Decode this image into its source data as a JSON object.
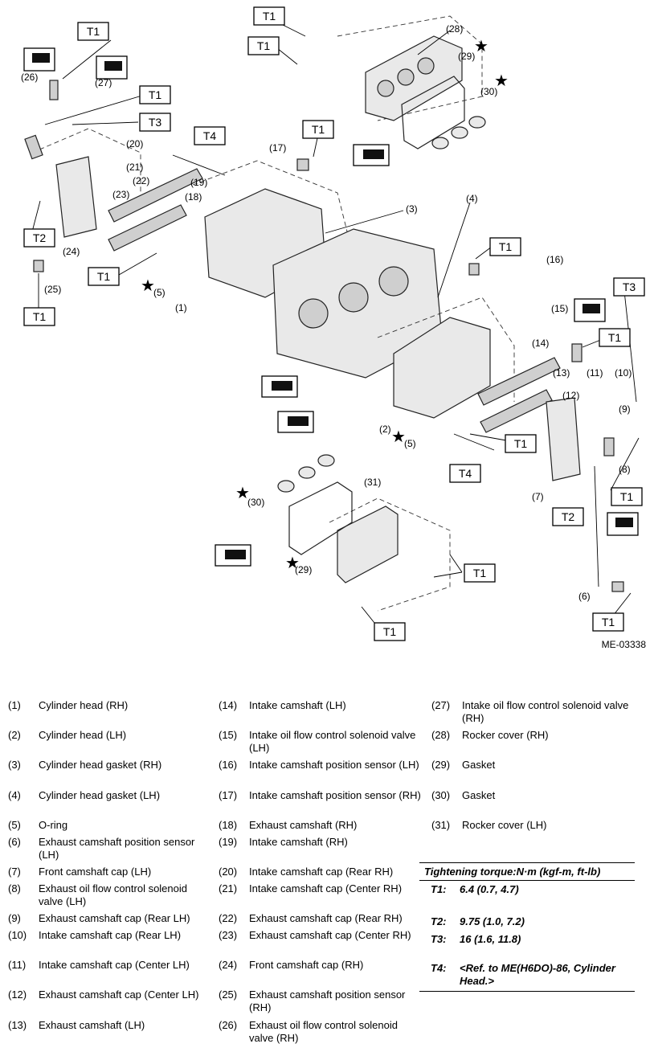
{
  "diagram": {
    "reference_code": "ME-03338",
    "torque_boxes": [
      "T1",
      "T2",
      "T3",
      "T4"
    ],
    "callouts": [
      "(1)",
      "(2)",
      "(3)",
      "(4)",
      "(5)",
      "(6)",
      "(7)",
      "(8)",
      "(9)",
      "(10)",
      "(11)",
      "(12)",
      "(13)",
      "(14)",
      "(15)",
      "(16)",
      "(17)",
      "(18)",
      "(19)",
      "(20)",
      "(21)",
      "(22)",
      "(23)",
      "(24)",
      "(25)",
      "(26)",
      "(27)",
      "(28)",
      "(29)",
      "(30)",
      "(31)"
    ],
    "star_symbol": "★"
  },
  "legend": [
    {
      "num": "(1)",
      "text": "Cylinder head (RH)"
    },
    {
      "num": "(2)",
      "text": "Cylinder head (LH)"
    },
    {
      "num": "(3)",
      "text": "Cylinder head gasket (RH)"
    },
    {
      "num": "(4)",
      "text": "Cylinder head gasket (LH)"
    },
    {
      "num": "(5)",
      "text": "O-ring"
    },
    {
      "num": "(6)",
      "text": "Exhaust camshaft position sensor (LH)"
    },
    {
      "num": "(7)",
      "text": "Front camshaft cap (LH)"
    },
    {
      "num": "(8)",
      "text": "Exhaust oil flow control solenoid valve (LH)"
    },
    {
      "num": "(9)",
      "text": "Exhaust camshaft cap (Rear LH)"
    },
    {
      "num": "(10)",
      "text": "Intake camshaft cap (Rear LH)"
    },
    {
      "num": "(11)",
      "text": "Intake camshaft cap (Center LH)"
    },
    {
      "num": "(12)",
      "text": "Exhaust camshaft cap (Center LH)"
    },
    {
      "num": "(13)",
      "text": "Exhaust camshaft (LH)"
    },
    {
      "num": "(14)",
      "text": "Intake camshaft (LH)"
    },
    {
      "num": "(15)",
      "text": "Intake oil flow control solenoid valve (LH)"
    },
    {
      "num": "(16)",
      "text": "Intake camshaft position sensor (LH)"
    },
    {
      "num": "(17)",
      "text": "Intake camshaft position sensor (RH)"
    },
    {
      "num": "(18)",
      "text": "Exhaust camshaft (RH)"
    },
    {
      "num": "(19)",
      "text": "Intake camshaft (RH)"
    },
    {
      "num": "(20)",
      "text": "Intake camshaft cap (Rear RH)"
    },
    {
      "num": "(21)",
      "text": "Intake camshaft cap (Center RH)"
    },
    {
      "num": "(22)",
      "text": "Exhaust camshaft cap (Rear RH)"
    },
    {
      "num": "(23)",
      "text": "Exhaust camshaft cap (Center RH)"
    },
    {
      "num": "(24)",
      "text": "Front camshaft cap (RH)"
    },
    {
      "num": "(25)",
      "text": "Exhaust camshaft position sensor (RH)"
    },
    {
      "num": "(26)",
      "text": "Exhaust oil flow control solenoid valve (RH)"
    },
    {
      "num": "(27)",
      "text": "Intake oil flow control solenoid valve (RH)"
    },
    {
      "num": "(28)",
      "text": "Rocker cover (RH)"
    },
    {
      "num": "(29)",
      "text": "Gasket"
    },
    {
      "num": "(30)",
      "text": "Gasket"
    },
    {
      "num": "(31)",
      "text": "Rocker cover (LH)"
    }
  ],
  "torque": {
    "header": "Tightening torque:N·m (kgf-m, ft-lb)",
    "rows": [
      {
        "key": "T1:",
        "value": "6.4 (0.7, 4.7)"
      },
      {
        "key": "T2:",
        "value": "9.75 (1.0, 7.2)"
      },
      {
        "key": "T3:",
        "value": "16 (1.6, 11.8)"
      },
      {
        "key": "T4:",
        "value": "<Ref. to ME(H6DO)-86, Cylinder Head.>"
      }
    ]
  }
}
